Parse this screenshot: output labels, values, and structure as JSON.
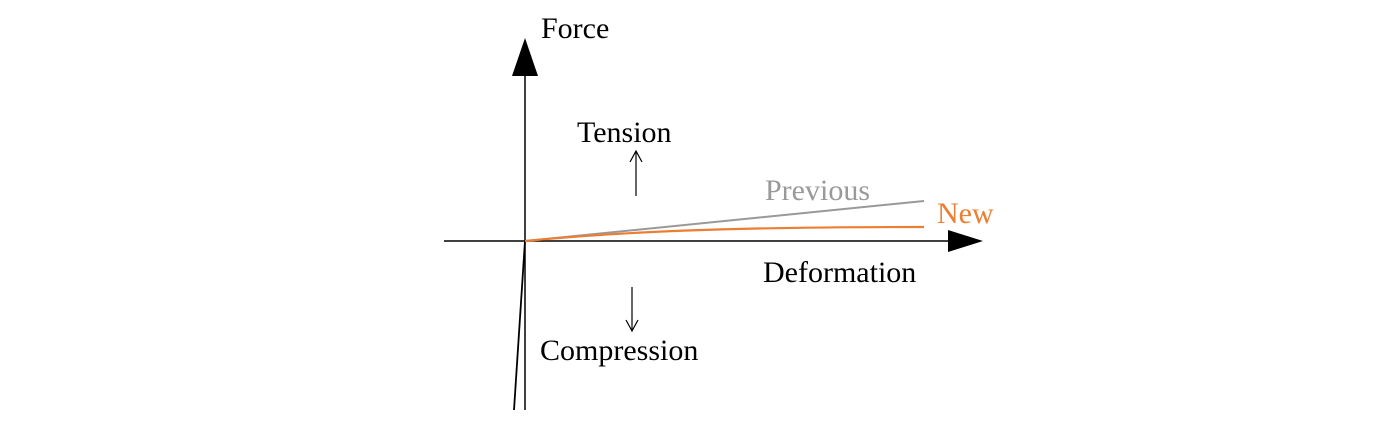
{
  "labels": {
    "y_axis": "Force",
    "x_axis": "Deformation",
    "tension": "Tension",
    "compression": "Compression",
    "previous": "Previous",
    "new": "New"
  },
  "colors": {
    "axis": "#000000",
    "previous": "#999999",
    "new": "#ed7d31",
    "background": "#ffffff"
  },
  "icons": {
    "tension_arrow": "arrow-up-icon",
    "compression_arrow": "arrow-down-icon"
  }
}
